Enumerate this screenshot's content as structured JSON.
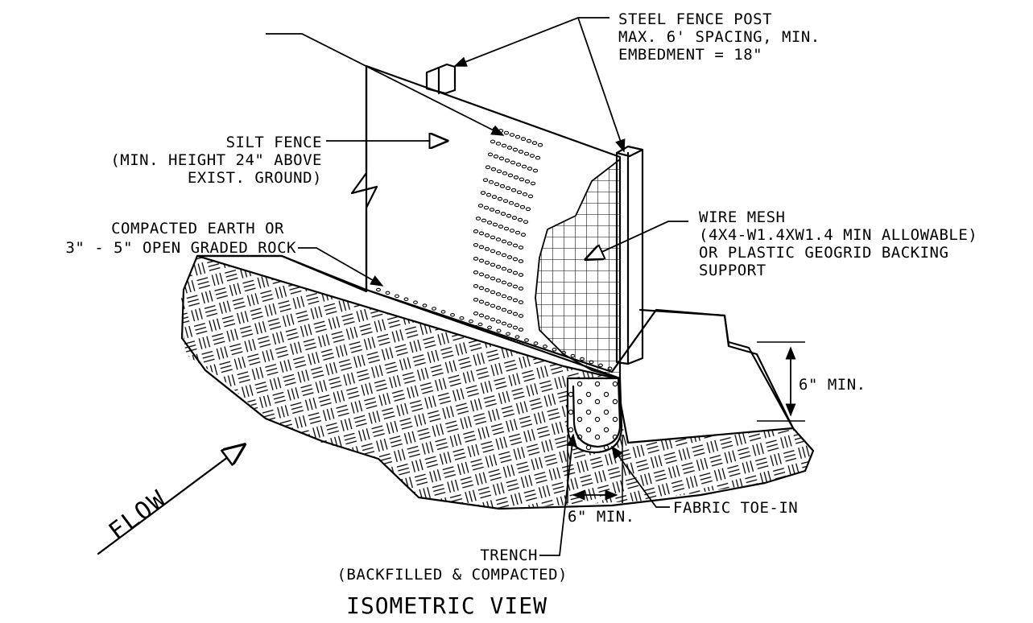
{
  "labels": {
    "steel_post": [
      "STEEL FENCE POST",
      "MAX. 6' SPACING, MIN.",
      "EMBEDMENT = 18\""
    ],
    "silt_fence": [
      "SILT FENCE",
      "(MIN. HEIGHT 24\" ABOVE",
      "EXIST. GROUND)"
    ],
    "compacted_earth": [
      "COMPACTED EARTH OR",
      "3\" - 5\" OPEN GRADED ROCK"
    ],
    "wire_mesh": [
      "WIRE MESH",
      "(4X4-W1.4XW1.4 MIN ALLOWABLE)",
      "OR PLASTIC GEOGRID BACKING",
      "SUPPORT"
    ],
    "depth_dim": "6\" MIN.",
    "width_dim": "6\" MIN.",
    "fabric_toe": "FABRIC TOE-IN",
    "trench": [
      "TRENCH",
      "(BACKFILLED & COMPACTED)"
    ],
    "flow": "FLOW",
    "view_title": "ISOMETRIC VIEW"
  }
}
